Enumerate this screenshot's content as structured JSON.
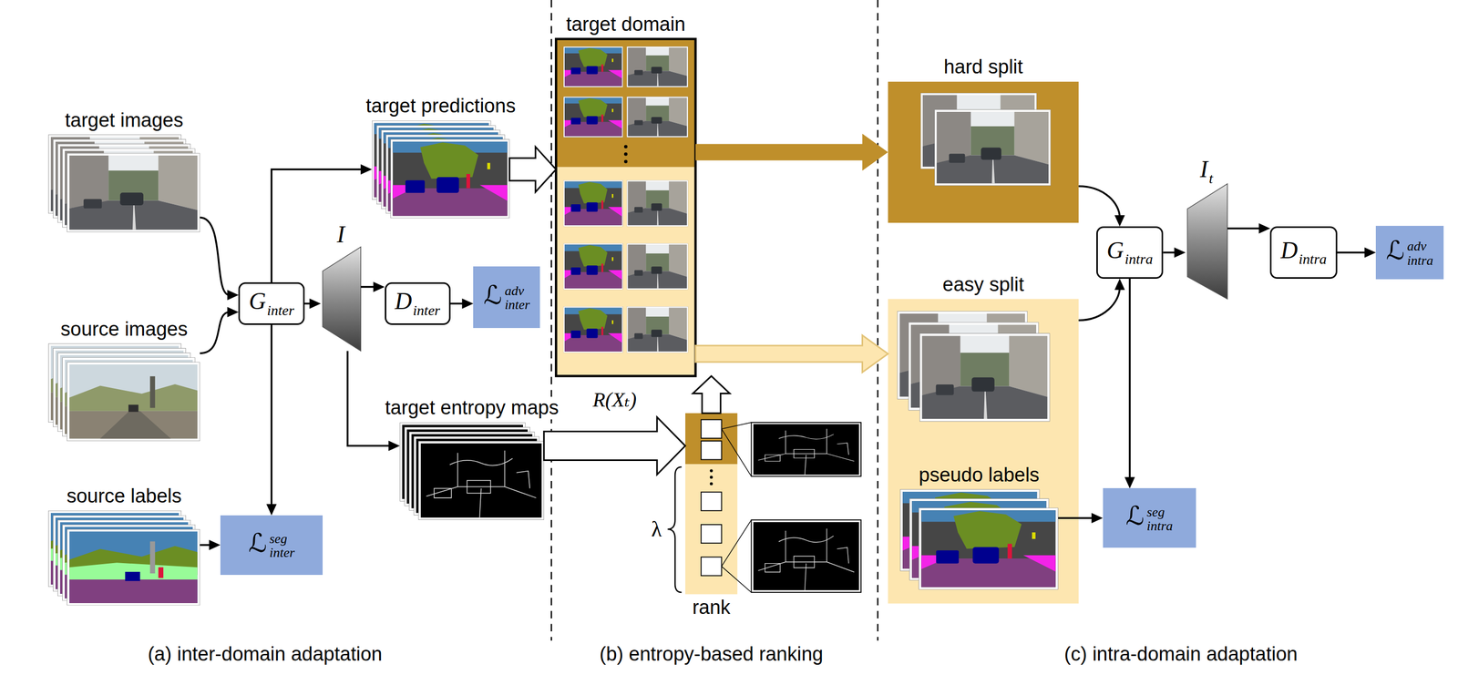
{
  "diagram": {
    "nodes": [
      {
        "text": [
          "target images"
        ]
      },
      {
        "text": [
          "source images"
        ]
      },
      {
        "text": [
          "source labels"
        ]
      },
      {
        "text": [
          "G",
          "inter"
        ]
      },
      {
        "text": [
          "I"
        ]
      },
      {
        "text": [
          "D",
          "inter"
        ]
      },
      {
        "text": [
          "ℒ",
          "adv",
          "inter"
        ]
      },
      {
        "text": [
          "target predictions"
        ]
      },
      {
        "text": [
          "target entropy maps"
        ]
      },
      {
        "text": [
          "ℒ",
          "seg",
          "inter"
        ]
      },
      {
        "text": [
          "target domain"
        ]
      },
      {
        "text": [
          "rank"
        ]
      },
      {
        "text": [
          "hard split"
        ]
      },
      {
        "text": [
          "easy split"
        ]
      },
      {
        "text": [
          "pseudo labels"
        ],
        "in": 13
      },
      {
        "text": [
          "G",
          "intra"
        ]
      },
      {
        "text": [
          "I",
          "t"
        ]
      },
      {
        "text": [
          "D",
          "intra"
        ]
      },
      {
        "text": [
          "ℒ",
          "adv",
          "intra"
        ]
      },
      {
        "text": [
          "ℒ",
          "seg",
          "intra"
        ]
      }
    ],
    "edges": [
      {
        "from": 0,
        "to": 3,
        "arrow": "to"
      },
      {
        "from": 1,
        "to": 3,
        "arrow": "to"
      },
      {
        "from": 3,
        "to": 7,
        "arrow": "to"
      },
      {
        "from": 3,
        "to": 4,
        "arrow": "to"
      },
      {
        "from": 4,
        "to": 5,
        "arrow": "to"
      },
      {
        "from": 5,
        "to": 6,
        "arrow": "to"
      },
      {
        "from": 3,
        "to": 9,
        "arrow": "to"
      },
      {
        "from": 2,
        "to": 9,
        "arrow": "to"
      },
      {
        "from": 4,
        "to": 8,
        "arrow": "to"
      },
      {
        "from": 7,
        "to": 10,
        "arrow": "to"
      },
      {
        "from": 8,
        "to": 11,
        "label": "R(Xₜ)",
        "arrow": "to"
      },
      {
        "from": 11,
        "to": 10,
        "arrow": "to"
      },
      {
        "from": 10,
        "to": 12,
        "arrow": "to"
      },
      {
        "from": 10,
        "to": 13,
        "arrow": "to"
      },
      {
        "from": 12,
        "to": 15,
        "arrow": "to"
      },
      {
        "from": 13,
        "to": 15,
        "arrow": "to"
      },
      {
        "from": 15,
        "to": 16,
        "arrow": "to"
      },
      {
        "from": 16,
        "to": 17,
        "arrow": "to"
      },
      {
        "from": 17,
        "to": 18,
        "arrow": "to"
      },
      {
        "from": 15,
        "to": 19,
        "arrow": "to"
      },
      {
        "from": 14,
        "to": 19,
        "arrow": "to"
      }
    ],
    "labels": [
      "λ",
      "(a) inter-domain adaptation",
      "(b) entropy-based ranking",
      "(c) intra-domain adaptation"
    ]
  }
}
